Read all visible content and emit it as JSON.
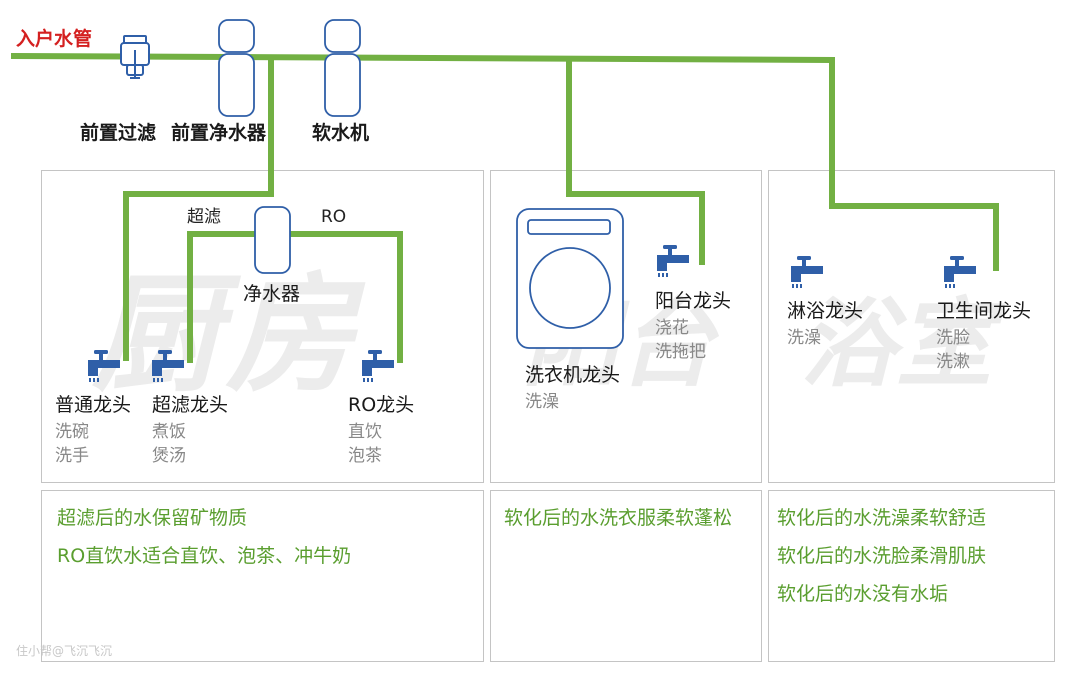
{
  "inlet_label": "入户水管",
  "devices": {
    "pre_filter": "前置过滤",
    "pre_purifier": "前置净水器",
    "softener": "软水机",
    "purifier": "净水器"
  },
  "pipe_labels": {
    "uf": "超滤",
    "ro": "RO"
  },
  "watermarks": {
    "kitchen": "厨房",
    "balcony": "阳台",
    "bathroom": "浴室"
  },
  "kitchen": {
    "faucets": [
      {
        "name": "普通龙头",
        "uses": [
          "洗碗",
          "洗手"
        ]
      },
      {
        "name": "超滤龙头",
        "uses": [
          "煮饭",
          "煲汤"
        ]
      },
      {
        "name": "RO龙头",
        "uses": [
          "直饮",
          "泡茶"
        ]
      }
    ],
    "notes": [
      "超滤后的水保留矿物质",
      "RO直饮水适合直饮、泡茶、冲牛奶"
    ]
  },
  "balcony": {
    "washer": {
      "name": "洗衣机龙头",
      "uses": [
        "洗澡"
      ]
    },
    "faucet": {
      "name": "阳台龙头",
      "uses": [
        "浇花",
        "洗拖把"
      ]
    },
    "notes": [
      "软化后的水洗衣服柔软蓬松"
    ]
  },
  "bathroom": {
    "faucets": [
      {
        "name": "淋浴龙头",
        "uses": [
          "洗澡"
        ]
      },
      {
        "name": "卫生间龙头",
        "uses": [
          "洗脸",
          "洗漱"
        ]
      }
    ],
    "notes": [
      "软化后的水洗澡柔软舒适",
      "软化后的水洗脸柔滑肌肤",
      "软化后的水没有水垢"
    ]
  },
  "credit": "住小帮@飞沉飞沉",
  "colors": {
    "pipe": "#72b043",
    "device": "#2f5fa8",
    "note": "#5a9e2f",
    "inlet": "#d42020",
    "border": "#c4c4c4"
  }
}
